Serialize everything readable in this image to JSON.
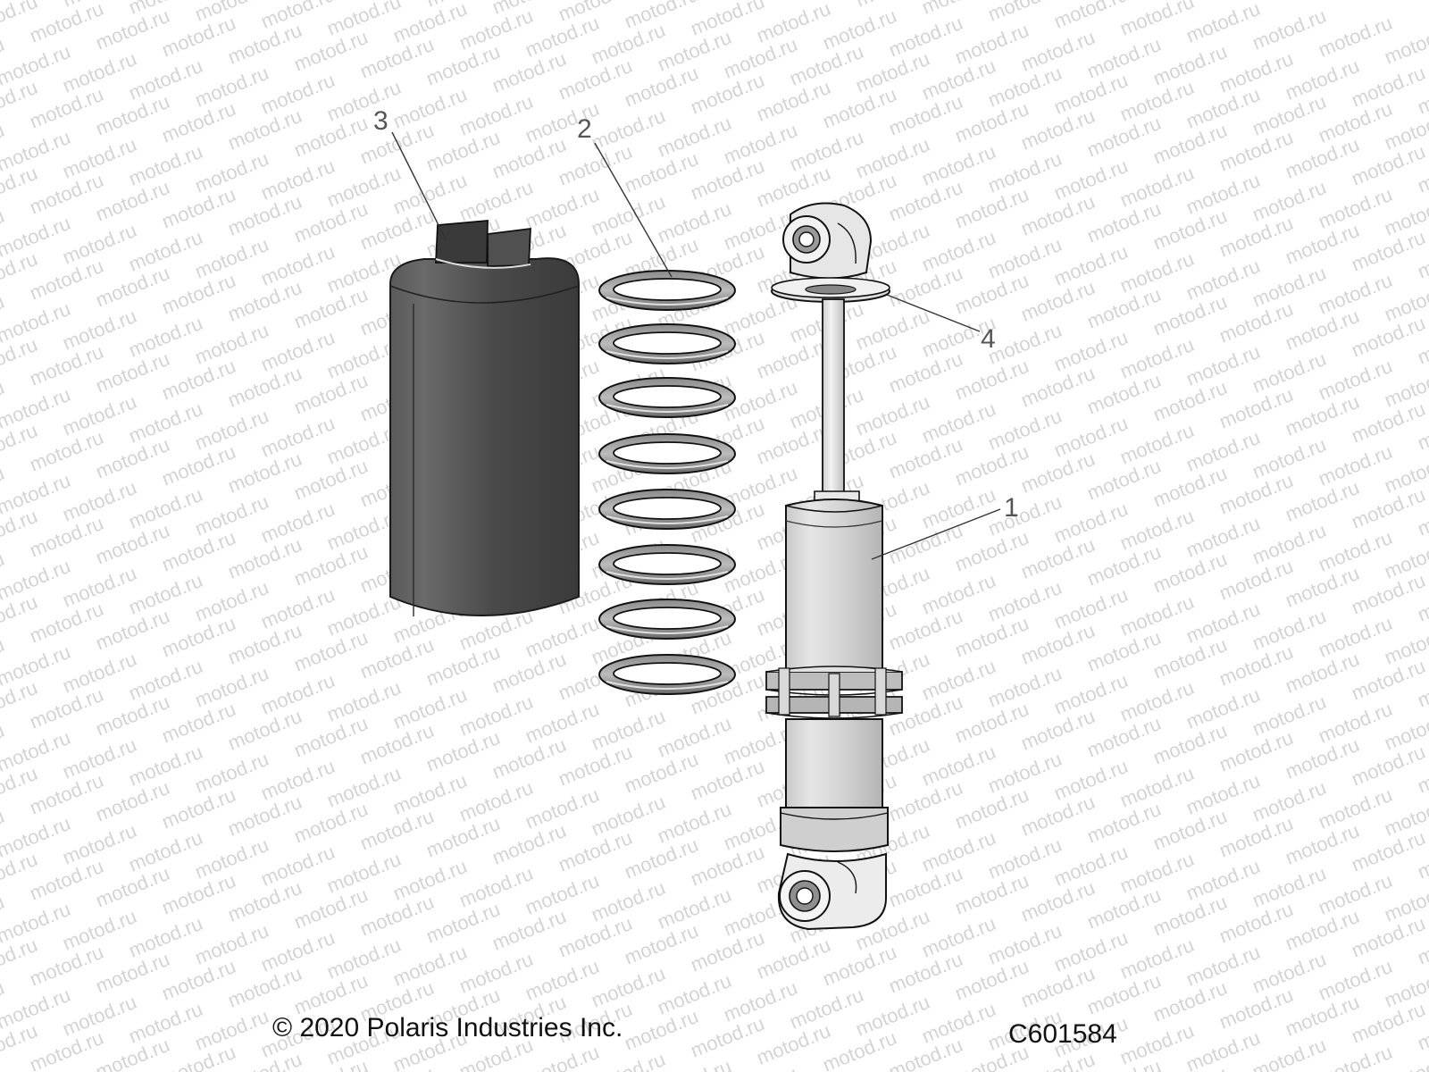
{
  "watermark": {
    "text": "motod.ru"
  },
  "callouts": [
    {
      "number": "1",
      "part": "shock-absorber"
    },
    {
      "number": "2",
      "part": "coil-spring"
    },
    {
      "number": "3",
      "part": "shock-boot"
    },
    {
      "number": "4",
      "part": "spring-retainer"
    }
  ],
  "footer": {
    "copyright": "© 2020 Polaris Industries Inc.",
    "figure_code": "C601584"
  },
  "colors": {
    "line_art": "#222222",
    "callout_text": "#555555",
    "watermark": "#d4d4d4",
    "boot_fill": "#4a4a4a",
    "shock_body_fill": "#d6d6d6"
  }
}
